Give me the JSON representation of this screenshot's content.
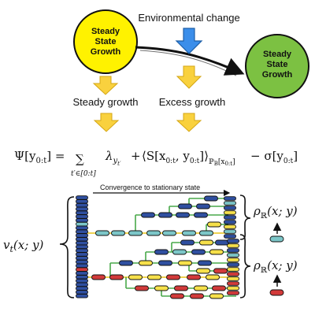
{
  "nodes": {
    "steady_state_left": {
      "lines": [
        "Steady",
        "State",
        "Growth"
      ],
      "color": "#FFF200"
    },
    "steady_state_right": {
      "lines": [
        "Steady",
        "State",
        "Growth"
      ],
      "color": "#7CC142"
    }
  },
  "labels": {
    "environmental_change": "Environmental change",
    "steady_growth": "Steady growth",
    "excess_growth": "Excess growth",
    "convergence": "Convergence to stationary state"
  },
  "equation": {
    "lhs": "Ψ[y",
    "lhs_sub": "0:t",
    "lhs_close": "] =",
    "sum": "∑",
    "sum_sub": "t′∈[0:t]",
    "lambda": "λ",
    "lambda_sub": "y",
    "lambda_subsub": "t′",
    "plus": "+",
    "bracket_open": "⟨S[x",
    "bracket_sub1": "0:t",
    "bracket_mid": ", y",
    "bracket_sub2": "0:t",
    "bracket_close": "]⟩",
    "bracket_sub3": "ℙ",
    "bracket_sub3b": "B",
    "bracket_sub3c": "[x",
    "bracket_sub3d": "0:t",
    "bracket_sub3e": "]",
    "minus": "− σ[y",
    "minus_sub": "0:t",
    "minus_close": "]"
  },
  "lineage": {
    "v_label": "v",
    "v_sub": "t",
    "v_args": "(x; y)",
    "rho_top": "ρ",
    "rho_top_sub": "ℝ",
    "rho_top_args": "(x; y)",
    "rho_bottom": "ρ",
    "rho_bottom_sub": "ℝ",
    "rho_bottom_args": "(x; y)"
  },
  "colors": {
    "arrow_yellow": "#F9D13E",
    "arrow_blue": "#3B8EEA",
    "cell_blue": "#2F4FA0",
    "cell_teal": "#7CC6C8",
    "cell_yellow": "#F6E04A",
    "cell_red": "#D23A3A",
    "tree_green": "#49A84A",
    "tree_yellow": "#E8C318"
  }
}
